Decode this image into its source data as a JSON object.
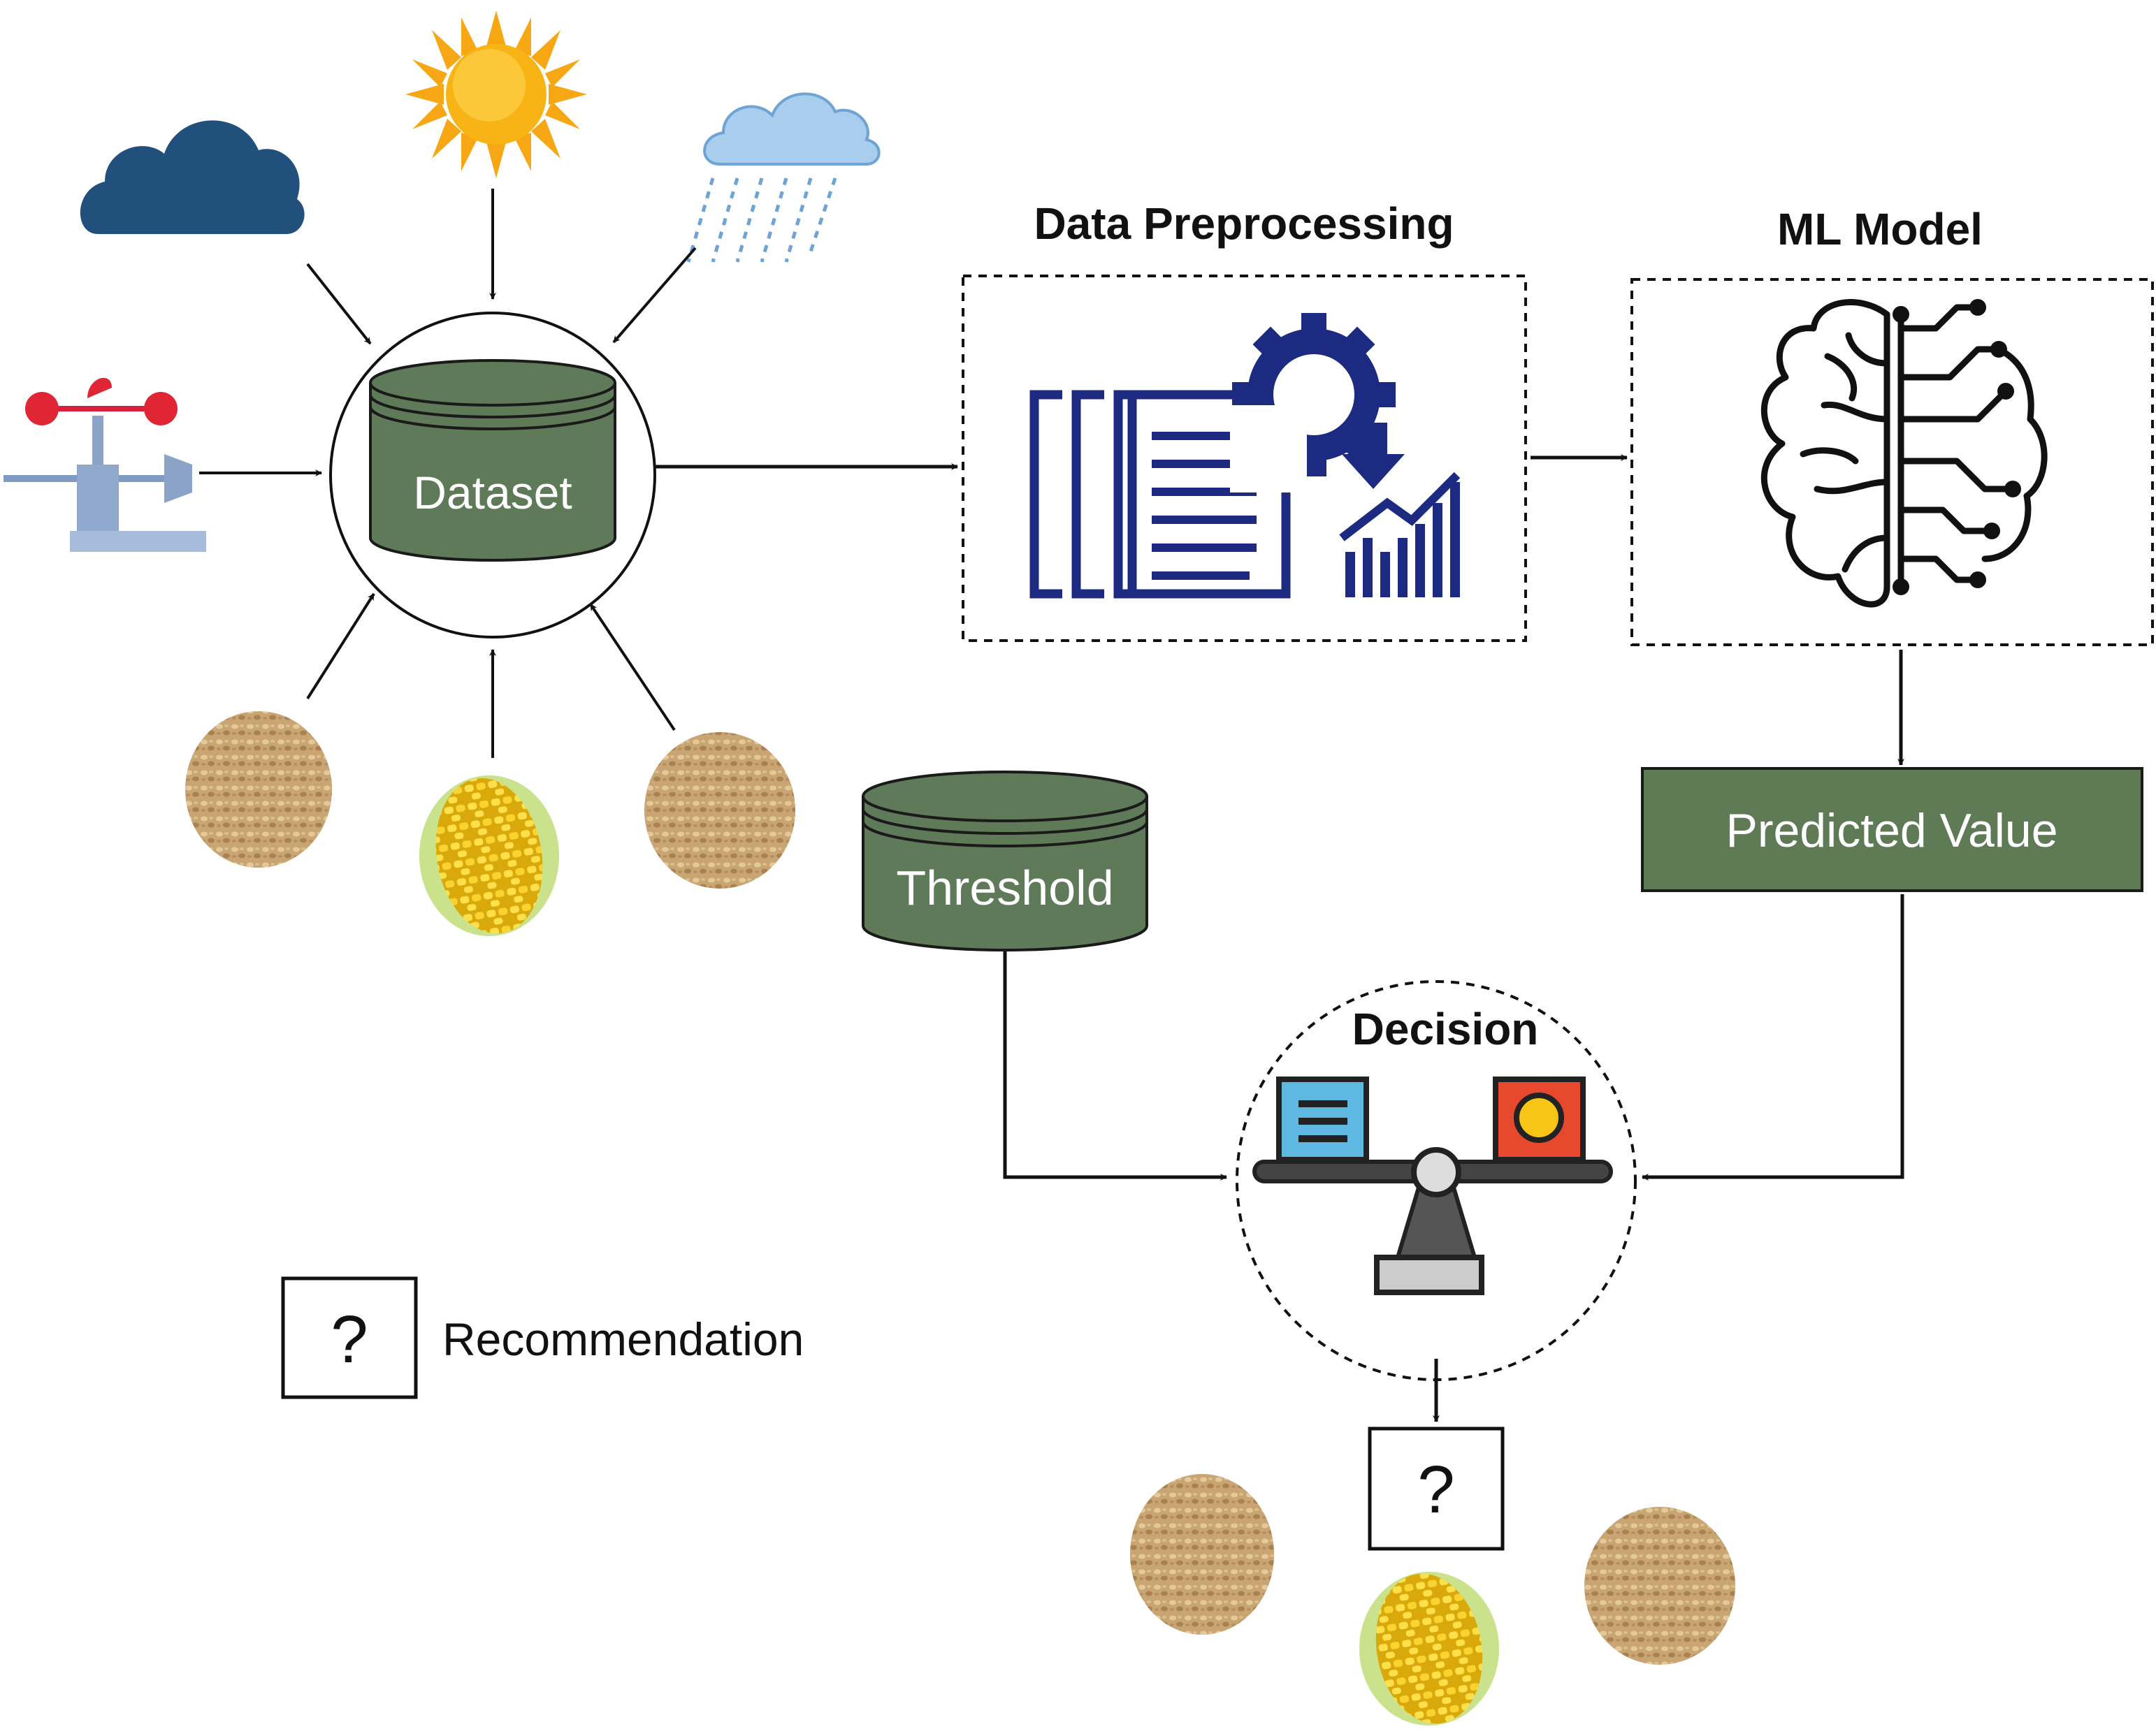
{
  "labels": {
    "dataset": "Dataset",
    "data_preprocessing": "Data Preprocessing",
    "ml_model": "ML Model",
    "predicted_value": "Predicted Value",
    "threshold": "Threshold",
    "decision": "Decision",
    "question_mark": "?",
    "recommendation": "Recommendation"
  },
  "colors": {
    "cylinder_green": "#5f7a58",
    "box_green": "#5e7b56",
    "icon_navy": "#1c2a82",
    "cloud_blue": "#21507c",
    "sun_yellow": "#f7b314",
    "rain_blue": "#7fb0dc",
    "anemometer_red": "#e02535",
    "grain_tan": "#c8a06a",
    "corn_yellow": "#f5d31a",
    "book_blue": "#5fb8e2",
    "box_red": "#e8492e",
    "line_black": "#111111"
  },
  "icons": [
    "cloud-icon",
    "sun-icon",
    "rain-cloud-icon",
    "anemometer-icon",
    "grain-icon",
    "corn-icon",
    "documents-icon",
    "gear-icon",
    "bar-chart-icon",
    "brain-circuit-icon",
    "balance-scale-icon"
  ]
}
